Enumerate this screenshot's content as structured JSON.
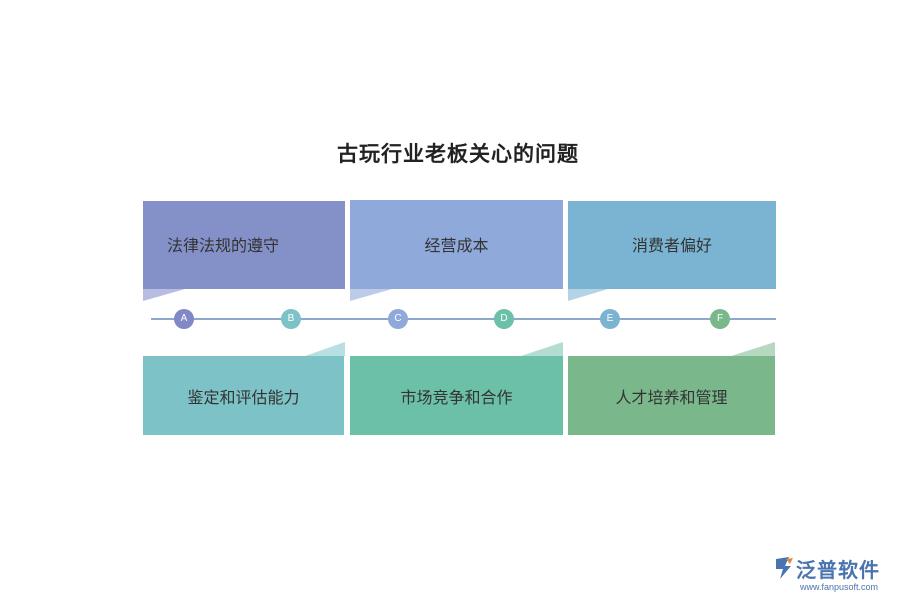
{
  "title": "古玩行业老板关心的问题",
  "cards": {
    "a": {
      "label": "法律法规的遵守",
      "color": "#8490c8"
    },
    "c": {
      "label": "经营成本",
      "color": "#8fa9da"
    },
    "e": {
      "label": "消费者偏好",
      "color": "#7ab4d2"
    },
    "b": {
      "label": "鉴定和评估能力",
      "color": "#7cc2c6"
    },
    "c2": {
      "label": "市场竞争和合作",
      "color": "#6cc0a8"
    },
    "f": {
      "label": "人才培养和管理",
      "color": "#7ab88c"
    }
  },
  "timeline": {
    "line_color": "#8fa6cf",
    "nodes": [
      {
        "letter": "A",
        "color": "#8088c5"
      },
      {
        "letter": "B",
        "color": "#7cc2c6"
      },
      {
        "letter": "C",
        "color": "#8fa9da"
      },
      {
        "letter": "D",
        "color": "#6cc0a8"
      },
      {
        "letter": "E",
        "color": "#7ab4d2"
      },
      {
        "letter": "F",
        "color": "#7ab88c"
      }
    ]
  },
  "logo": {
    "name": "泛普软件",
    "url": "www.fanpusoft.com",
    "color": "#4a74b0"
  }
}
